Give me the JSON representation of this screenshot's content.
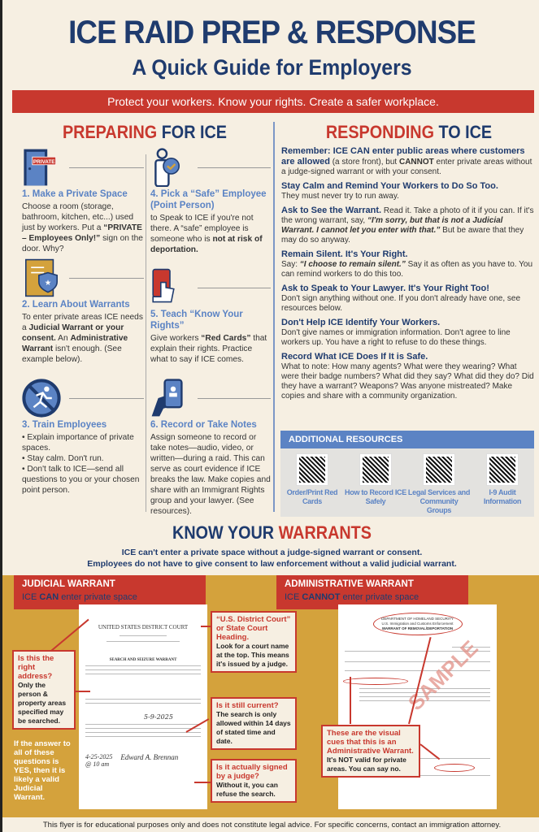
{
  "header": {
    "title": "ICE RAID PREP & RESPONSE",
    "subtitle": "A Quick Guide for Employers",
    "banner": "Protect your workers. Know your rights. Create a safer workplace."
  },
  "preparing": {
    "heading_a": "PREPARING",
    "heading_b": " FOR ICE",
    "steps": [
      {
        "title": "1.  Make a Private Space",
        "text_a": "Choose a room (storage, bathroom, kitchen, etc...) used just by workers. Put a ",
        "bold": "“PRIVATE – Employees Only!”",
        "text_b": " sign on the door. Why?",
        "icon": "door-icon",
        "sign": "PRIVATE"
      },
      {
        "title": "2. Learn About Warrants",
        "text_a": "To enter private areas ICE needs a ",
        "bold": "Judicial Warrant or your consent.",
        "text_b": " An ",
        "bold2": "Administrative Warrant",
        "text_c": " isn't enough. (See example below).",
        "icon": "warrant-document-icon"
      },
      {
        "title": "3. Train Employees",
        "bullets": [
          "Explain importance of private spaces.",
          "Stay calm. Don't run.",
          "Don't talk to ICE—send all questions to you or your chosen point person."
        ],
        "icon": "no-running-icon"
      },
      {
        "title": "4. Pick a “Safe” Employee (Point Person)",
        "text_a": "to Speak to ICE if you're not there. A “safe” employee is someone who is ",
        "bold": "not at risk of deportation.",
        "icon": "person-check-icon"
      },
      {
        "title": "5. Teach “Know Your Rights”",
        "text_a": "Give workers ",
        "bold": "“Red Cards”",
        "text_b": " that explain their rights. Practice what to say if ICE comes.",
        "icon": "red-card-icon"
      },
      {
        "title": "6. Record or Take Notes",
        "text_a": "Assign someone to record or take notes—audio, video, or written—during a raid. This can serve as court evidence if ICE breaks the law. Make copies and share with an Immigrant Rights group and your lawyer. (See resources).",
        "icon": "phone-record-icon"
      }
    ]
  },
  "responding": {
    "heading_a": "RESPONDING",
    "heading_b": " TO ICE",
    "items": [
      {
        "title": "Remember: ICE CAN enter public areas where customers are allowed",
        "text": " (a store front), but ",
        "bold": "CANNOT",
        "text2": " enter private areas without a judge-signed warrant or with your consent."
      },
      {
        "title": "Stay Calm and Remind Your Workers to Do So Too.",
        "text": "They must never try to run away."
      },
      {
        "title": "Ask to See the Warrant.",
        "text": " Read it. Take a photo of it if you can. If it's the wrong warrant, say, ",
        "italic": "“I'm sorry, but that is not a Judicial Warrant. I cannot let you enter with that.”",
        "text2": " But be aware that they may do so anyway."
      },
      {
        "title": "Remain Silent. It's Your Right.",
        "text": "Say: ",
        "italic": "“I choose to remain silent.”",
        "text2": " Say it as often as you have to. You can remind workers to do this too."
      },
      {
        "title": "Ask to Speak to Your Lawyer. It's Your Right Too!",
        "text": "Don't sign anything without one. If you don't already have one, see resources below."
      },
      {
        "title": "Don't Help ICE Identify Your Workers.",
        "text": "Don't give names or immigration information. Don't agree to line workers up. You have a right to refuse to do these things."
      },
      {
        "title": "Record What ICE Does If It is Safe.",
        "text": "What to note: How many agents? What were they wearing? What were their badge numbers? What did they say? What did they do? Did they have a warrant? Weapons? Was anyone mistreated? Make copies and share with a community organization."
      }
    ]
  },
  "resources": {
    "heading": "ADDITIONAL RESOURCES",
    "items": [
      {
        "label": "Order/Print Red Cards"
      },
      {
        "label": "How to Record ICE Safely"
      },
      {
        "label": "Legal Services and Community Groups"
      },
      {
        "label": "I-9 Audit Information"
      }
    ]
  },
  "warrants": {
    "heading_a": "KNOW YOUR ",
    "heading_b": "WARRANTS",
    "line1": "ICE can't enter a private space without a judge-signed warrant or consent.",
    "line2": "Employees do not have to give consent to law enforcement without a valid judicial warrant.",
    "judicial": {
      "title": "JUDICIAL WARRANT",
      "sub_a": "ICE ",
      "sub_b": "CAN",
      "sub_c": " enter private space",
      "doc_heading": "UNITED STATES DISTRICT COURT",
      "doc_sub": "SEARCH AND SEIZURE WARRANT",
      "date1": "5-9-2025",
      "date2": "4-25-2025",
      "time": "@ 10 am",
      "signature": "Edward A. Brennan",
      "callouts": [
        {
          "q": "“U.S. District Court” or State Court Heading.",
          "a": "Look for a court name at the top. This means it's issued by a judge."
        },
        {
          "q": "Is this the right address?",
          "a": "Only the person & property areas specified may be searched."
        },
        {
          "q": "Is it still current?",
          "a": "The search is only allowed within 14 days of stated time and date."
        },
        {
          "q": "Is it actually signed by a judge?",
          "a": "Without it, you can refuse the search."
        }
      ],
      "summary": "If the answer to all of these questions is YES, then it is likely a valid Judicial Warrant."
    },
    "administrative": {
      "title": "ADMINISTRATIVE WARRANT",
      "sub_a": "ICE ",
      "sub_b": "CANNOT",
      "sub_c": " enter private space",
      "doc_l1": "DEPARTMENT OF HOMELAND SECURITY",
      "doc_l2": "U.S. Immigration and Customs Enforcement",
      "doc_l3": "WARRANT OF REMOVAL/DEPORTATION",
      "stamp": "SAMPLE",
      "callout_q": "These are the visual cues that this is an Administrative Warrant.",
      "callout_a": "It's NOT valid for private areas. You can say no."
    }
  },
  "footer": "This flyer is for educational purposes only and does not constitute legal advice. For specific concerns, contact an immigration attorney.",
  "colors": {
    "navy": "#1f3b6e",
    "red": "#c8382e",
    "blue": "#5b83c4",
    "gold": "#d4a23c",
    "cream": "#f6efe2"
  }
}
